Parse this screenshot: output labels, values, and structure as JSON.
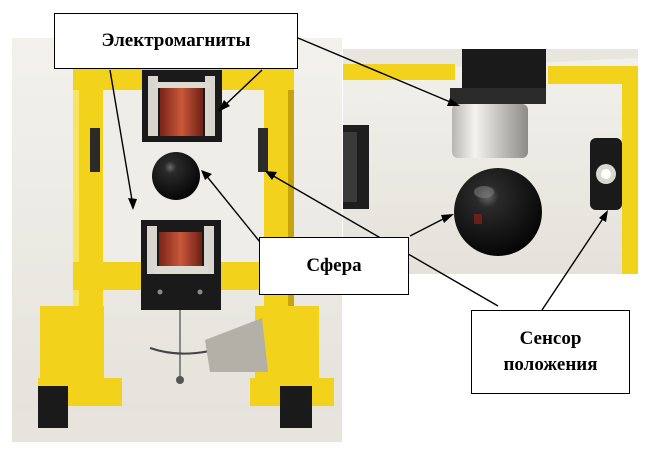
{
  "labels": {
    "electromagnets": "Электромагниты",
    "sphere": "Сфера",
    "sensor_line1": "Сенсор",
    "sensor_line2": "положения"
  },
  "colors": {
    "frame_yellow": "#f2d21a",
    "frame_shadow": "#c7a40c",
    "coil_copper": "#b4442a",
    "magnet_black": "#1a1a1a",
    "sphere_black": "#0d0d0d",
    "background_wall": "#efeee8"
  }
}
